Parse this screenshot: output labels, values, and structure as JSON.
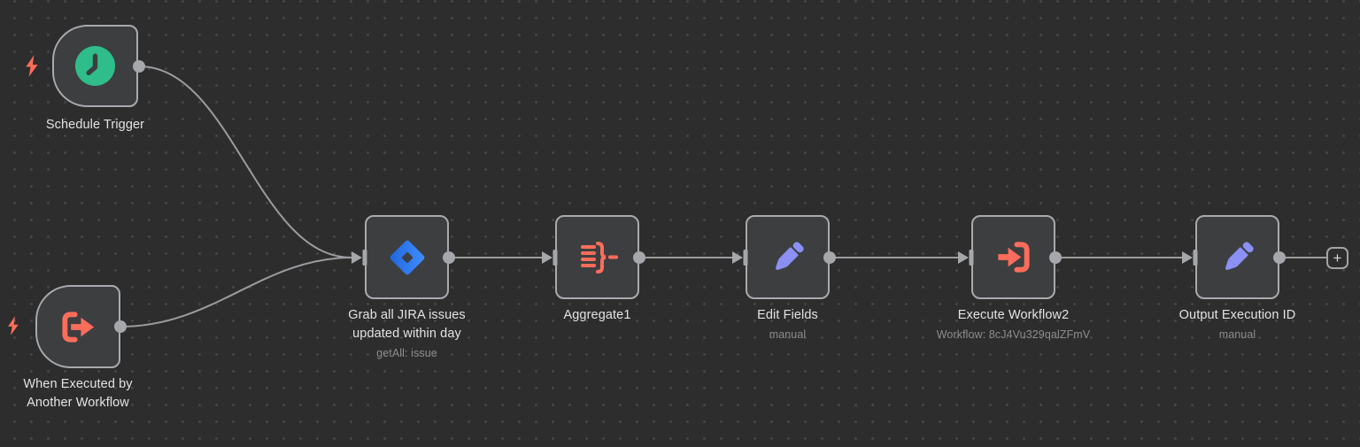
{
  "app": {
    "name": "workflow canvas"
  },
  "colors": {
    "background": "#2d2d2d",
    "grid_dot": "#49494b",
    "node_fill": "#3d3e40",
    "node_border": "#a9aaad",
    "wire": "#9b9ca0",
    "label": "#e3e3e5",
    "subtitle": "#8d8d91",
    "orange": "#ff6d5a",
    "green": "#2ebd8b",
    "blue": "#2684ff",
    "blue_dark": "#1f66dd",
    "blue_light": "#418eff",
    "purple": "#8b90f4"
  },
  "nodes": [
    {
      "id": "schedule-trigger",
      "icon": "clock-icon",
      "title_lines": [
        "Schedule Trigger"
      ],
      "subtitle": ""
    },
    {
      "id": "when-executed-by-another-workflow",
      "icon": "workflow-exit-arrow-icon",
      "title_lines": [
        "When Executed by",
        "Another Workflow"
      ],
      "subtitle": ""
    },
    {
      "id": "jira-get-all",
      "icon": "jira-icon",
      "title_lines": [
        "Grab all JIRA issues",
        "updated within day"
      ],
      "subtitle": "getAll: issue"
    },
    {
      "id": "aggregate1",
      "icon": "aggregate-icon",
      "title_lines": [
        "Aggregate1"
      ],
      "subtitle": ""
    },
    {
      "id": "edit-fields",
      "icon": "pencil-icon",
      "title_lines": [
        "Edit Fields"
      ],
      "subtitle": "manual"
    },
    {
      "id": "execute-workflow2",
      "icon": "arrow-into-bracket-icon",
      "title_lines": [
        "Execute Workflow2"
      ],
      "subtitle": "Workflow: 8cJ4Vu329qalZFmV"
    },
    {
      "id": "output-execution-id",
      "icon": "pencil-icon",
      "title_lines": [
        "Output Execution ID"
      ],
      "subtitle": "manual"
    }
  ],
  "controls": {
    "add_node_label": "+"
  }
}
